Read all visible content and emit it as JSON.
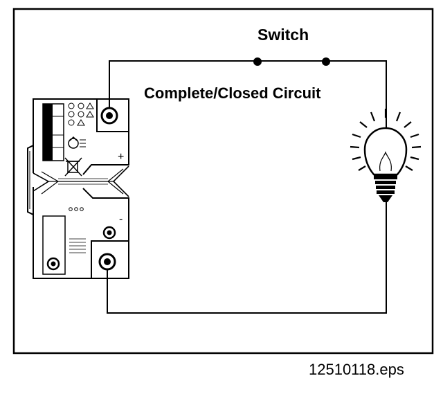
{
  "labels": {
    "switch": "Switch",
    "circuit": "Complete/Closed Circuit",
    "plus": "+",
    "minus": "-"
  },
  "caption": "12510118.eps",
  "icons": [
    "battery-icon",
    "light-bulb-icon",
    "switch-contact-icon",
    "recycle-icon",
    "crossed-bin-icon"
  ],
  "colors": {
    "ink": "#000000",
    "background": "#ffffff"
  }
}
